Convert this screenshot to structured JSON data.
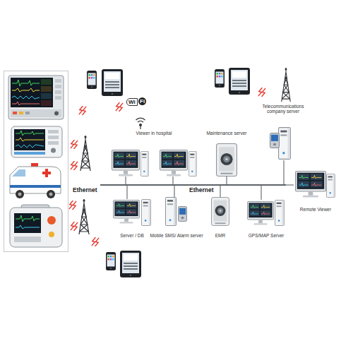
{
  "diagram": {
    "nodes": [
      {
        "text": [
          "Telecommunications company server"
        ]
      },
      {
        "text": [
          "Viewer in hospital"
        ]
      },
      {
        "text": [
          "Maintenance server"
        ]
      },
      {
        "text": [
          "Ethernet"
        ]
      },
      {
        "text": [
          "Remote Viewer"
        ]
      },
      {
        "text": [
          "Server / DB"
        ]
      },
      {
        "text": [
          "Mobile SMS/ Alarm server"
        ]
      },
      {
        "text": [
          "EMR"
        ]
      },
      {
        "text": [
          "GPS/MAP Server"
        ]
      }
    ],
    "edges": [
      {
        "from": 0,
        "to": 3,
        "arrow": "none"
      },
      {
        "from": 1,
        "to": 3,
        "arrow": "none"
      },
      {
        "from": 1,
        "to": 3,
        "arrow": "none"
      },
      {
        "from": 2,
        "to": 3,
        "arrow": "none"
      },
      {
        "from": 3,
        "to": 4,
        "arrow": "none"
      },
      {
        "from": 5,
        "to": 3,
        "arrow": "none"
      },
      {
        "from": 6,
        "to": 3,
        "arrow": "none"
      },
      {
        "from": 7,
        "to": 3,
        "arrow": "none"
      },
      {
        "from": 8,
        "to": 3,
        "arrow": "none"
      }
    ],
    "labels": [
      "Ethernet",
      "Wi",
      "Fi"
    ]
  }
}
